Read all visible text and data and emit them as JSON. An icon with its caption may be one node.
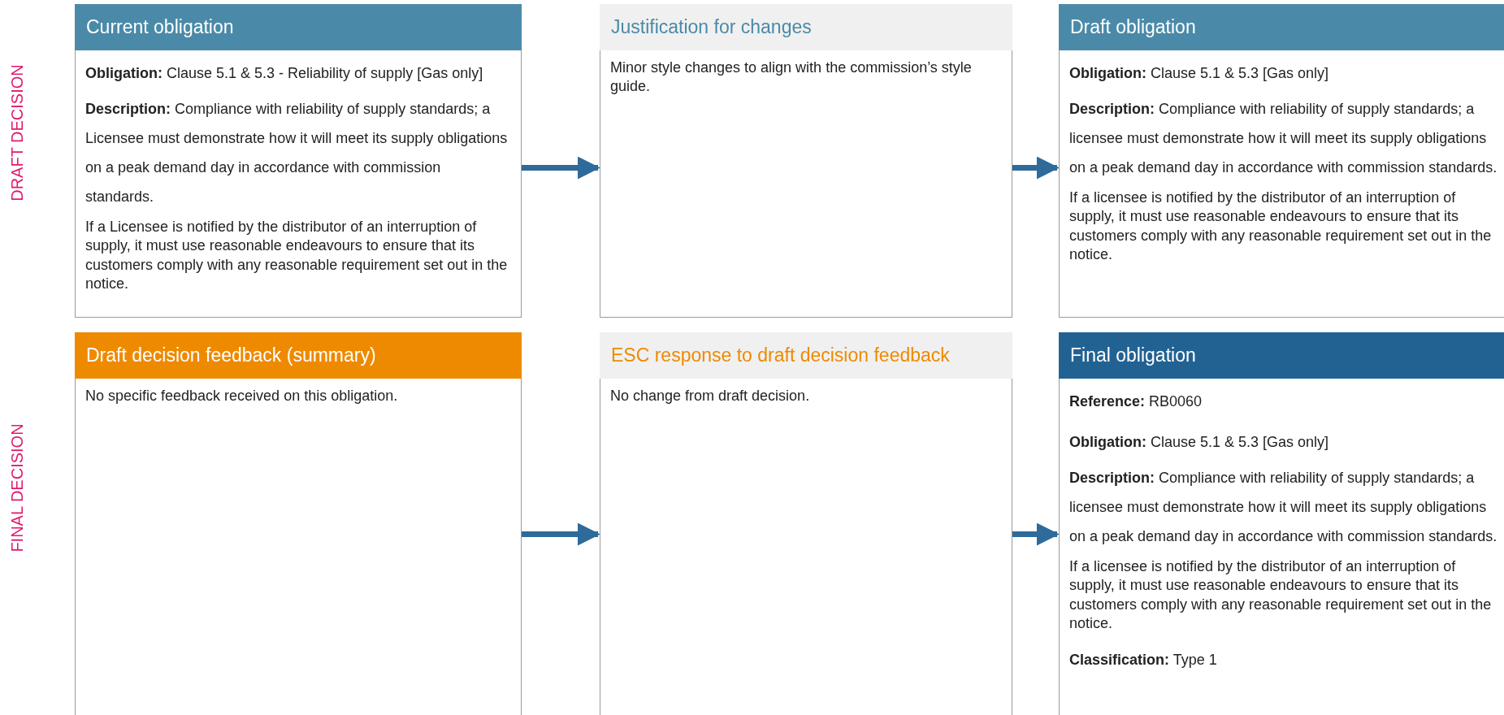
{
  "diagram": {
    "nodes": [
      {
        "text": [
          "Current obligation",
          "**Obligation:** Clause 5.1 & 5.3 - Reliability of supply [Gas only]",
          "**Description:** Compliance with reliability of supply standards; a Licensee must demonstrate how it will meet its supply obligations on a peak demand day in accordance with commission standards.",
          "If a Licensee is notified by the distributor of an interruption of supply, it must use reasonable endeavours to ensure that its customers comply with any reasonable requirement set out in the notice."
        ]
      },
      {
        "text": [
          "Justification for changes",
          "Minor style changes to align with the commission’s style guide."
        ]
      },
      {
        "text": [
          "Draft obligation",
          "**Obligation:** Clause 5.1 & 5.3 [Gas only]",
          "**Description:** Compliance with reliability of supply standards; a licensee must demonstrate how it will meet its supply obligations on a peak demand day in accordance with commission standards.",
          "If a licensee is notified by the distributor of an interruption of supply, it must use reasonable endeavours to ensure that its customers comply with any reasonable requirement set out in the notice."
        ]
      },
      {
        "text": [
          "Draft decision feedback (summary)",
          "No specific feedback received on this obligation."
        ]
      },
      {
        "text": [
          "ESC response to draft decision feedback",
          "No change from draft decision."
        ]
      },
      {
        "text": [
          "Final obligation",
          "**Reference:** RB0060",
          "**Obligation:** Clause 5.1 & 5.3 [Gas only]",
          "**Description:** Compliance with reliability of supply standards; a licensee must demonstrate how it will meet its supply obligations on a peak demand day in accordance with commission standards.",
          "If a licensee is notified by the distributor of an interruption of supply, it must use reasonable endeavours to ensure that its customers comply with any reasonable requirement set out in the notice.",
          "**Classification:** Type 1"
        ]
      }
    ],
    "edges": [
      {
        "from": 0,
        "to": 1,
        "arrow": "to"
      },
      {
        "from": 1,
        "to": 2,
        "arrow": "to"
      },
      {
        "from": 3,
        "to": 4,
        "arrow": "to"
      },
      {
        "from": 4,
        "to": 5,
        "arrow": "to"
      }
    ],
    "labels": [
      "DRAFT DECISION",
      "FINAL DECISION"
    ]
  }
}
